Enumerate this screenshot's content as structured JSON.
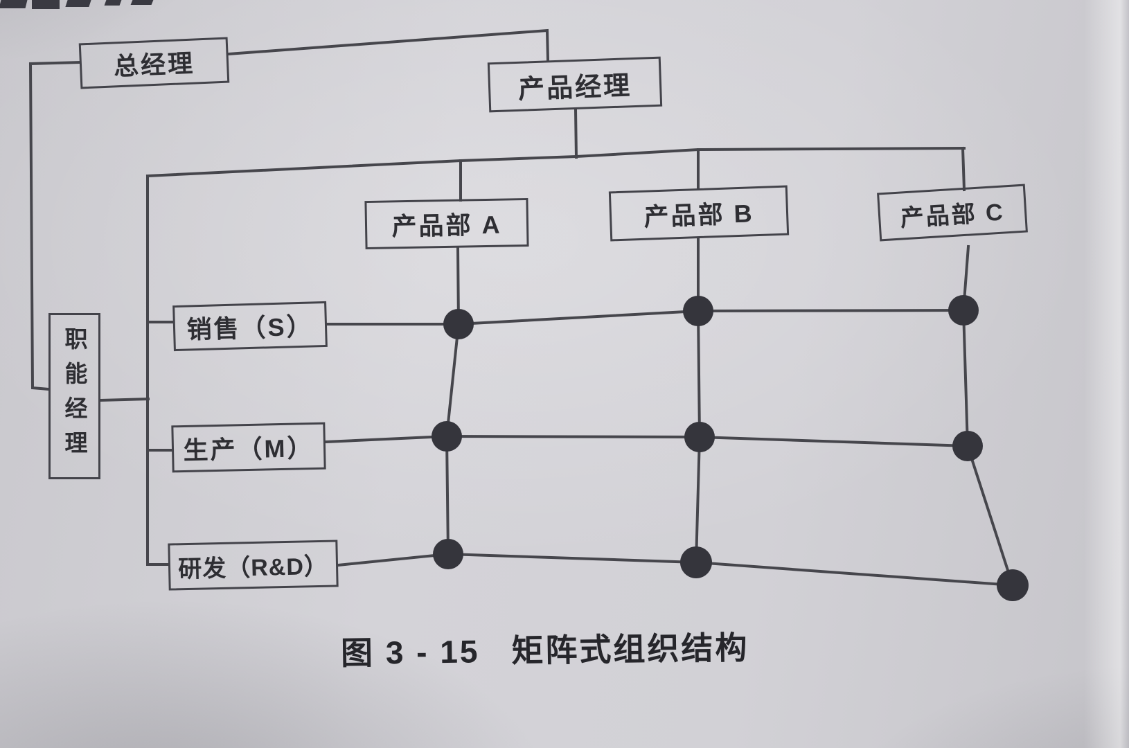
{
  "diagram": {
    "type": "organization-matrix-chart",
    "nodes": {
      "general_manager": {
        "label": "总经理"
      },
      "product_manager": {
        "label": "产品经理"
      },
      "product_dept_a": {
        "label": "产品部 A"
      },
      "product_dept_b": {
        "label": "产品部 B"
      },
      "product_dept_c": {
        "label": "产品部 C"
      },
      "functional_manager": {
        "label": "职能经理"
      },
      "sales": {
        "label": "销售（S）"
      },
      "production": {
        "label": "生产（M）"
      },
      "rnd": {
        "label": "研发（R&D）"
      }
    },
    "matrix": {
      "rows": [
        "销售（S）",
        "生产（M）",
        "研发（R&D）"
      ],
      "columns": [
        "产品部 A",
        "产品部 B",
        "产品部 C"
      ],
      "intersection_dots": 9
    },
    "caption": {
      "figure_no": "图 3 - 15",
      "title": "矩阵式组织结构"
    },
    "colors": {
      "page": "#cfced3",
      "line": "#46464c",
      "dot": "#35353c",
      "text": "#2e2e33"
    }
  }
}
